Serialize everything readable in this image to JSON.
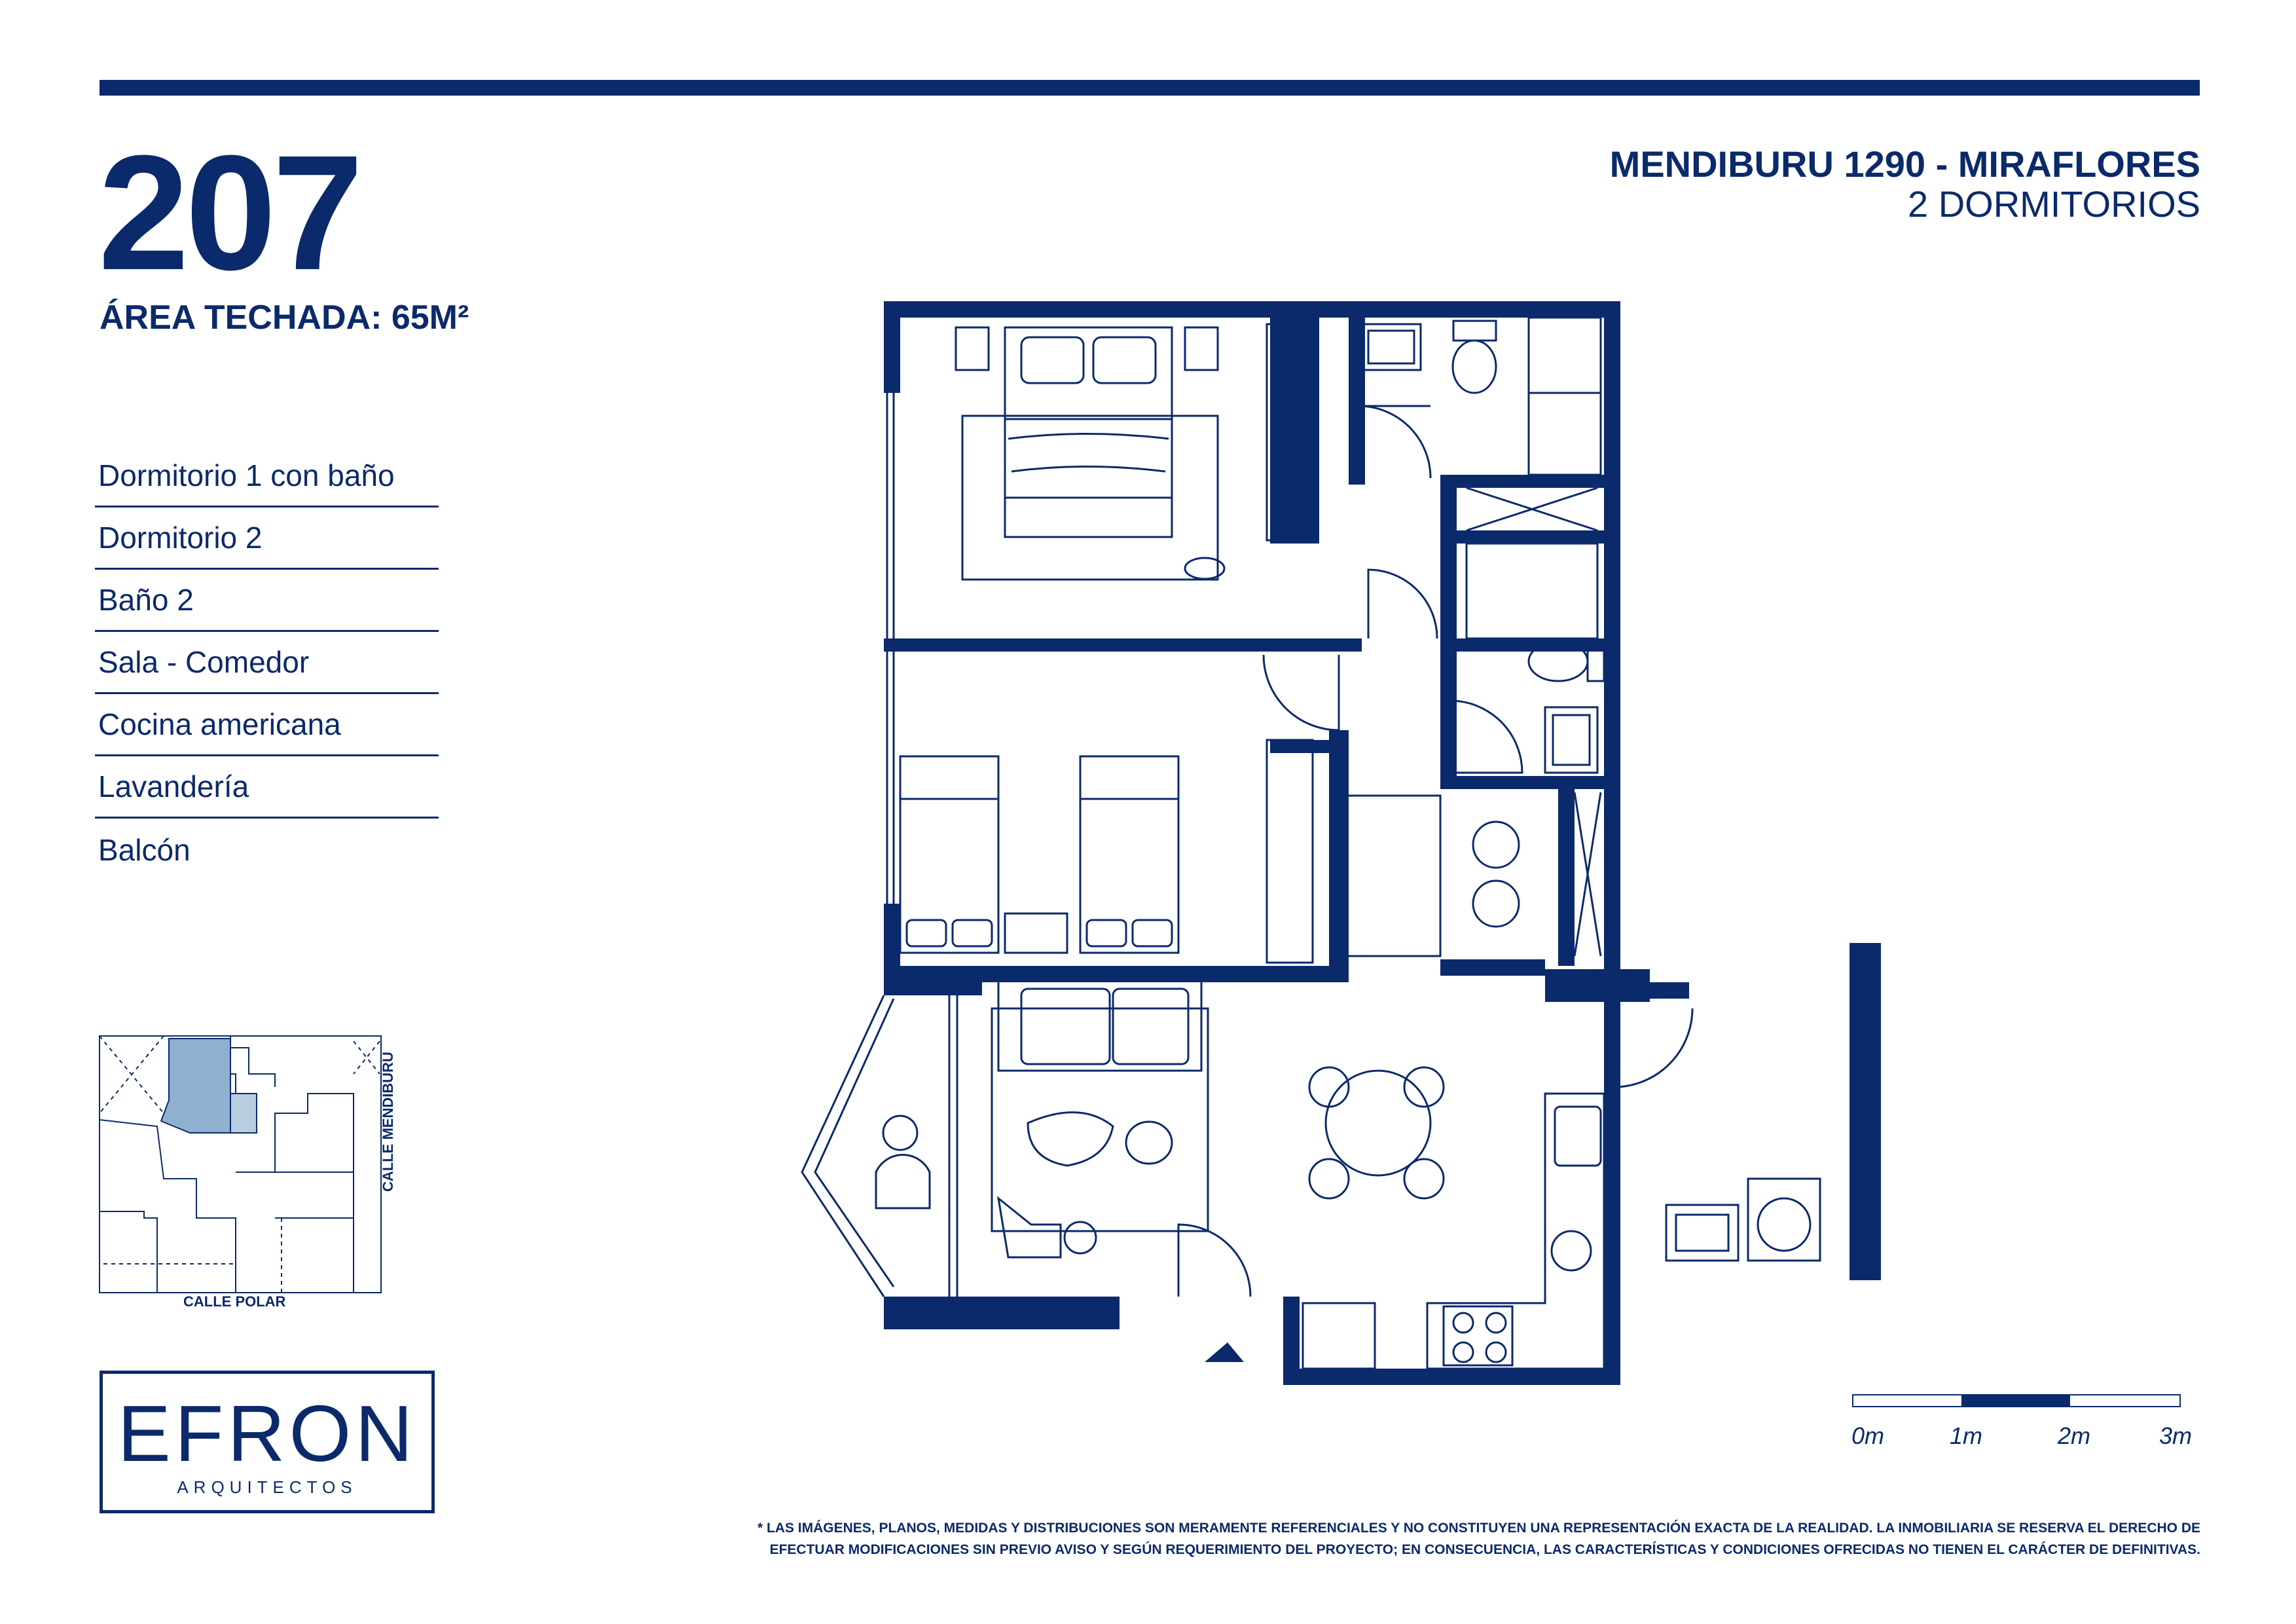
{
  "header": {
    "unit_number": "207",
    "area_label": "ÁREA TECHADA: 65M²",
    "project_name": "MENDIBURU 1290 - MIRAFLORES",
    "project_subtitle": "2 DORMITORIOS"
  },
  "features": [
    "Dormitorio 1 con baño",
    "Dormitorio 2",
    "Baño 2",
    "Sala - Comedor",
    "Cocina americana",
    "Lavandería",
    "Balcón"
  ],
  "keymap": {
    "street_bottom": "CALLE POLAR",
    "street_right": "CALLE MENDIBURU"
  },
  "logo": {
    "brand": "EFRON",
    "tagline": "ARQUITECTOS"
  },
  "scale": {
    "labels": [
      "0m",
      "1m",
      "2m",
      "3m"
    ]
  },
  "disclaimer": {
    "line1": "* LAS IMÁGENES, PLANOS, MEDIDAS Y DISTRIBUCIONES SON MERAMENTE REFERENCIALES Y NO CONSTITUYEN UNA REPRESENTACIÓN EXACTA DE LA REALIDAD. LA INMOBILIARIA SE RESERVA EL DERECHO DE",
    "line2": "EFECTUAR MODIFICACIONES SIN PREVIO AVISO Y SEGÚN REQUERIMIENTO DEL PROYECTO; EN CONSECUENCIA, LAS CARACTERÍSTICAS Y CONDICIONES OFRECIDAS NO TIENEN EL CARÁCTER DE DEFINITIVAS."
  },
  "colors": {
    "primary": "#0b2a6b",
    "highlight": "#8fb0cf"
  }
}
